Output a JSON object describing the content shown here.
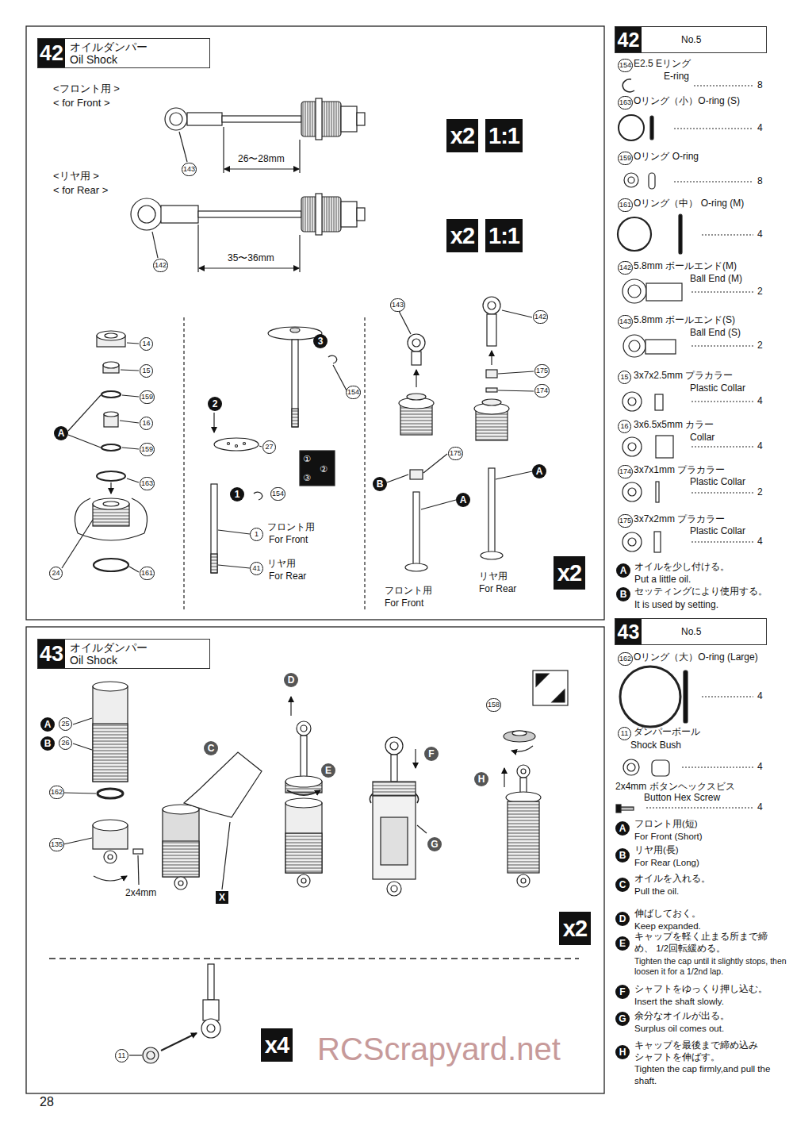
{
  "diagram": {
    "nodes": [
      {
        "text": [
          "42",
          "オイルダンパー Oil Shock"
        ]
      },
      {
        "text": [
          "x2"
        ]
      },
      {
        "text": [
          "1:1"
        ]
      },
      {
        "text": [
          "x2"
        ]
      },
      {
        "text": [
          "1:1"
        ]
      },
      {
        "text": [
          "x2"
        ]
      },
      {
        "text": [
          "43",
          "オイルダンパー Oil Shock"
        ]
      },
      {
        "text": [
          "x2"
        ]
      },
      {
        "text": [
          "x4"
        ]
      },
      {
        "text": [
          "42",
          "No.5"
        ]
      },
      {
        "text": [
          "43",
          "No.5"
        ]
      }
    ],
    "labels": [
      "<フロント用 >",
      "< for Front >",
      "143",
      "26〜28mm",
      "<リヤ用 >",
      "< for Rear >",
      "142",
      "35〜36mm",
      "14",
      "15",
      "159",
      "A",
      "16",
      "159",
      "163",
      "24",
      "161",
      "3",
      "154",
      "2",
      "27",
      "1",
      "154",
      "①",
      "②",
      "③",
      "1",
      "フロント用",
      "For Front",
      "41",
      "リヤ用",
      "For Rear",
      "143",
      "142",
      "175",
      "174",
      "175",
      "B",
      "A",
      "A",
      "フロント用",
      "For Front",
      "リヤ用",
      "For Rear",
      "A",
      "25",
      "B",
      "26",
      "162",
      "135",
      "2x4mm",
      "C",
      "X",
      "D",
      "E",
      "F",
      "G",
      "H",
      "158",
      "11",
      "154",
      "E2.5 Eリング",
      "E-ring",
      "8",
      "163",
      "Oリング（小）O-ring (S)",
      "4",
      "159",
      "Oリング O-ring",
      "8",
      "161",
      "Oリング（中） O-ring (M)",
      "4",
      "142",
      "5.8mm ボールエンド(M)",
      "Ball End (M)",
      "2",
      "143",
      "5.8mm ボールエンド(S)",
      "Ball End (S)",
      "2",
      "15",
      "3x7x2.5mm プラカラー",
      "Plastic Collar",
      "4",
      "16",
      "3x6.5x5mm カラー",
      "Collar",
      "4",
      "174",
      "3x7x1mm プラカラー",
      "Plastic Collar",
      "2",
      "175",
      "3x7x2mm プラカラー",
      "Plastic Collar",
      "4",
      "A",
      "オイルを少し付ける。",
      "Put a little oil.",
      "B",
      "セッティングにより使用する。",
      "It is used by setting.",
      "162",
      "Oリング（大）O-ring (Large)",
      "4",
      "11",
      "ダンパーボール",
      "Shock Bush",
      "4",
      "2x4mm ボタンヘックスビス",
      "Button Hex Screw",
      "4",
      "A",
      "フロント用(短)",
      "For Front (Short)",
      "B",
      "リヤ用(長)",
      "For Rear (Long)",
      "C",
      "オイルを入れる。",
      "Pull the oil.",
      "D",
      "伸ばしておく。",
      "Keep expanded.",
      "E",
      "キャップを軽く止まる所まで締め、 1/2回転緩める。",
      "Tighten the cap until it slightly stops, then loosen it for a 1/2nd lap.",
      "F",
      "シャフトをゆっくり押し込む。",
      "Insert the shaft slowly.",
      "G",
      "余分なオイルが出る。",
      "Surplus oil comes out.",
      "H",
      "キャップを最後まで締め込み シャフトを伸ばす。",
      "Tighten the cap firmly,and pull the shaft.",
      "28",
      "RCScrapyard.net"
    ]
  }
}
